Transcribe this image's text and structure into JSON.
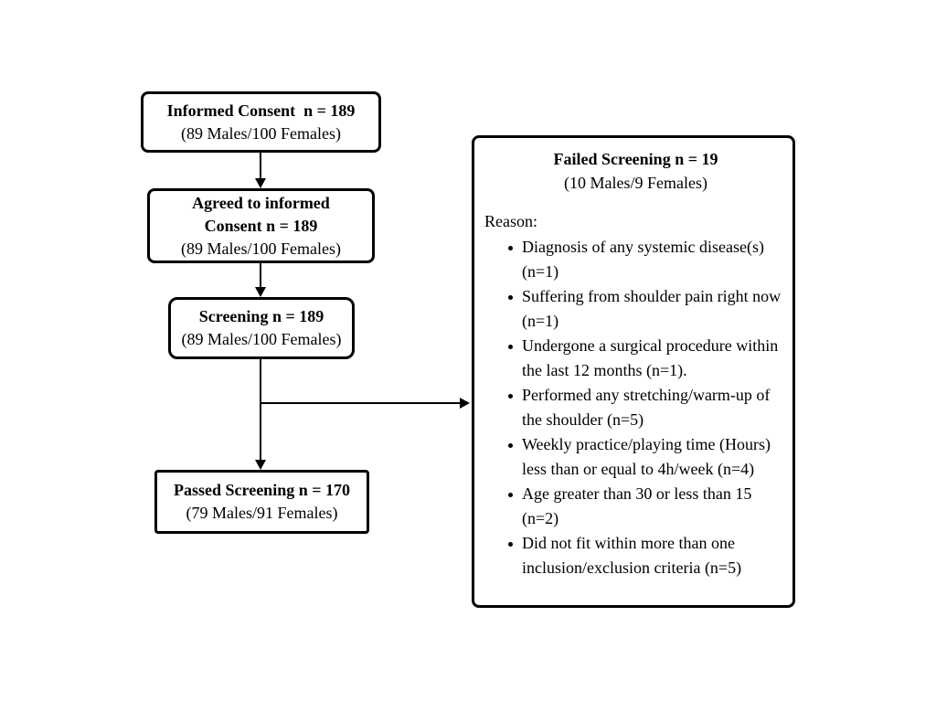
{
  "flow": {
    "box_informed": {
      "title": "Informed Consent  n = 189",
      "subtitle": "(89 Males/100 Females)"
    },
    "box_agreed": {
      "title_line1": "Agreed to informed",
      "title_line2": "Consent n = 189",
      "subtitle": "(89 Males/100 Females)"
    },
    "box_screening": {
      "title": "Screening n = 189",
      "subtitle": "(89 Males/100 Females)"
    },
    "box_passed": {
      "title": "Passed Screening n = 170",
      "subtitle": "(79 Males/91 Females)"
    }
  },
  "failed_box": {
    "title": "Failed Screening n = 19",
    "subtitle": "(10 Males/9 Females)",
    "reason_label": "Reason:",
    "reasons": [
      "Diagnosis of any systemic disease(s) (n=1)",
      "Suffering from shoulder pain right now (n=1)",
      "Undergone a surgical procedure within the last 12 months (n=1).",
      "Performed any stretching/warm-up of the shoulder (n=5)",
      "Weekly practice/playing time (Hours) less than or equal to 4h/week (n=4)",
      "Age greater than 30 or less than 15 (n=2)",
      "Did not fit within more than one inclusion/exclusion criteria (n=5)"
    ]
  },
  "colors": {
    "line": "#000000",
    "background": "#ffffff"
  }
}
